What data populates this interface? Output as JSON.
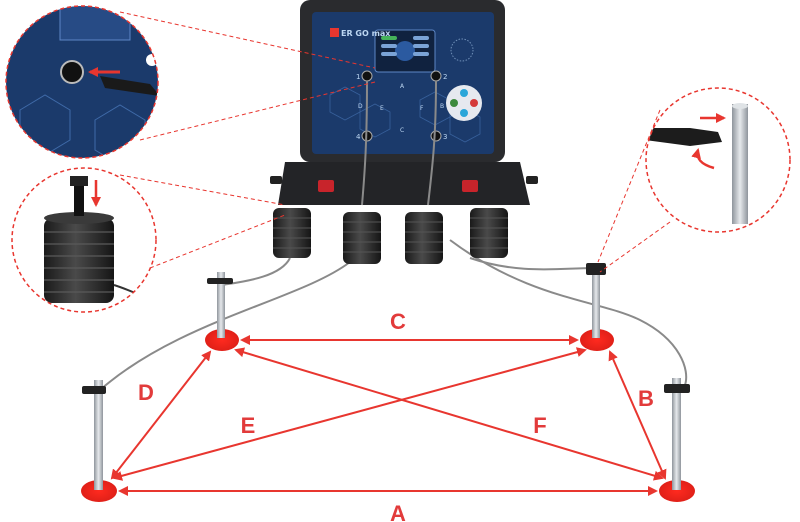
{
  "colors": {
    "accent": "#e8362f",
    "case_body": "#2a2b2e",
    "panel": "#1b3a6b",
    "cable": "#8a8a8a"
  },
  "device": {
    "brand": "ER GO max",
    "terminal_labels": [
      "1",
      "2",
      "3",
      "4"
    ],
    "panel_letters": [
      "A",
      "B",
      "C",
      "D",
      "E",
      "F"
    ]
  },
  "distances": {
    "A": "A",
    "B": "B",
    "C": "C",
    "D": "D",
    "E": "E",
    "F": "F"
  },
  "icons": [
    "zoom-terminal-icon",
    "zoom-coil-icon",
    "zoom-clamp-icon",
    "red-arrow-icon"
  ]
}
